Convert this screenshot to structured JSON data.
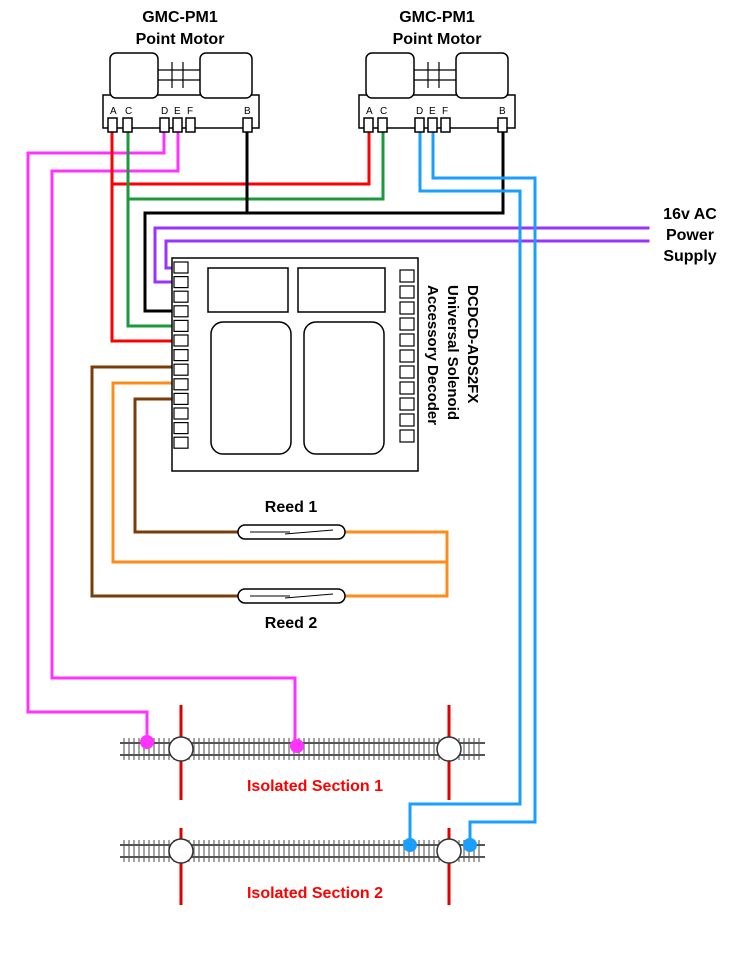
{
  "motor_left": {
    "title_line1": "GMC-PM1",
    "title_line2": "Point Motor",
    "pins": [
      "A",
      "C",
      "D",
      "E",
      "F",
      "B"
    ]
  },
  "motor_right": {
    "title_line1": "GMC-PM1",
    "title_line2": "Point Motor",
    "pins": [
      "A",
      "C",
      "D",
      "E",
      "F",
      "B"
    ]
  },
  "power_supply": {
    "line1": "16v AC",
    "line2": "Power",
    "line3": "Supply"
  },
  "decoder": {
    "line1": "DCDCD-ADS2FX",
    "line2": "Universal Solenoid",
    "line3": "Accessory Decoder"
  },
  "reed1": {
    "label": "Reed 1"
  },
  "reed2": {
    "label": "Reed 2"
  },
  "section1": {
    "label": "Isolated Section 1"
  },
  "section2": {
    "label": "Isolated Section 2"
  },
  "colors": {
    "magenta": "#ff33ff",
    "red": "#ff0000",
    "green": "#1a9a3a",
    "black": "#000000",
    "purple": "#9933ff",
    "blue": "#1a9fff",
    "orange": "#ff8c1a",
    "brown": "#7a3d0a",
    "label_red": "#ff0000"
  }
}
